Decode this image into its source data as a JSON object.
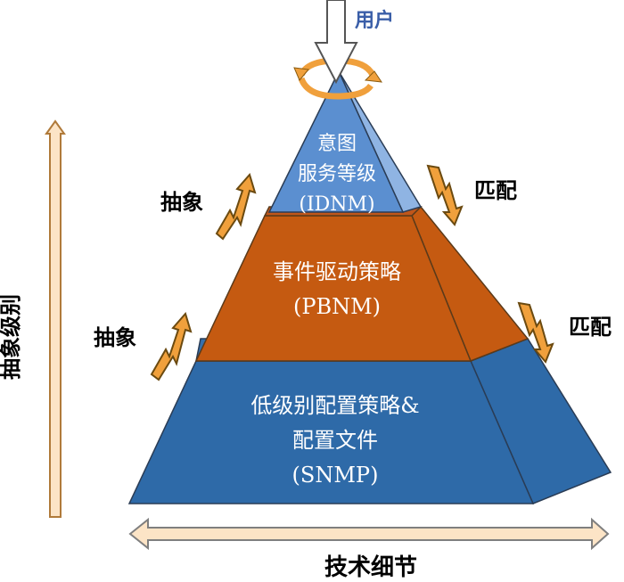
{
  "user_label": "用户",
  "tiers": {
    "top": {
      "line1": "意图",
      "line2": "服务等级",
      "line3": "(IDNM)",
      "front_color": "#5b8fd0",
      "side_color": "#8fb4e3",
      "top_color": "#c0561a"
    },
    "middle": {
      "line1": "事件驱动策略",
      "line2": "(PBNM)",
      "front_color": "#c55a11",
      "side_color": "#c55a11",
      "top_color": "#3570ad"
    },
    "bottom": {
      "line1": "低级别配置策略&",
      "line2": "配置文件",
      "line3": "(SNMP)",
      "front_color": "#2e6aa8",
      "side_color": "#2e6aa8"
    }
  },
  "abstract_labels": [
    "抽象",
    "抽象"
  ],
  "match_labels": [
    "匹配",
    "匹配"
  ],
  "vertical_axis_label": "抽象级别",
  "horizontal_axis_label": "技术细节",
  "colors": {
    "arrow_fill": "#fce4c6",
    "arrow_stroke": "#7f7f7f",
    "zigzag_fill": "#f0a03c",
    "zigzag_stroke": "#8a5b10",
    "rotate_arrow": "#f0a03c",
    "outline": "#3a3a3a"
  }
}
